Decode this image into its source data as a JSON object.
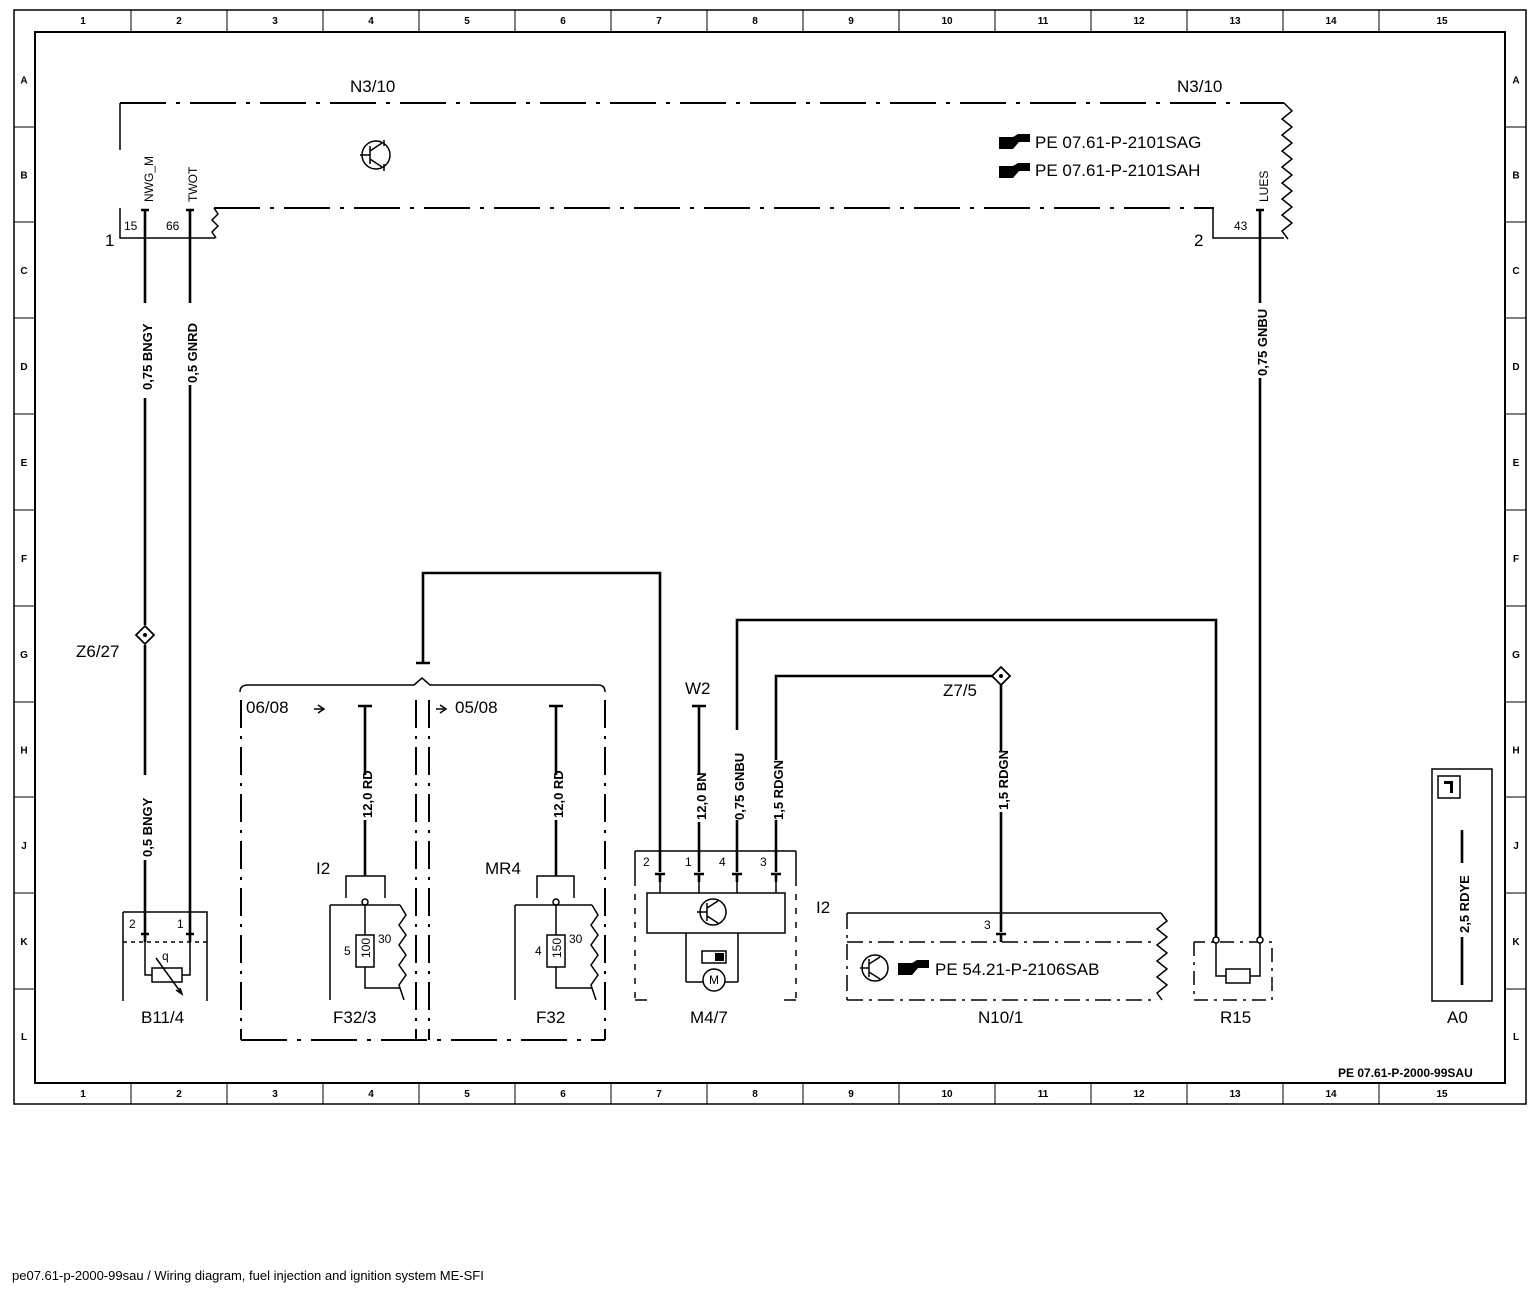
{
  "grid": {
    "columns": [
      "1",
      "2",
      "3",
      "4",
      "5",
      "6",
      "7",
      "8",
      "9",
      "10",
      "11",
      "12",
      "13",
      "14",
      "15"
    ],
    "rows": [
      "A",
      "B",
      "C",
      "D",
      "E",
      "F",
      "G",
      "H",
      "J",
      "K",
      "L"
    ]
  },
  "components": {
    "n3_10_left": "N3/10",
    "n3_10_right": "N3/10",
    "ref_sag": "PE 07.61-P-2101SAG",
    "ref_sah": "PE 07.61-P-2101SAH",
    "ref_sab": "PE 54.21-P-2106SAB",
    "b11_4": "B11/4",
    "f32_3": "F32/3",
    "f32": "F32",
    "m4_7": "M4/7",
    "n10_1": "N10/1",
    "r15": "R15",
    "a0": "A0",
    "z6_27": "Z6/27",
    "z7_5": "Z7/5",
    "w2": "W2",
    "i2_fuse": "I2",
    "mr4": "MR4",
    "i2_motor": "I2",
    "page_ref_0608": "06/08",
    "page_ref_0508": "05/08",
    "connector_1": "1",
    "connector_2": "2"
  },
  "pins": {
    "n3_15": "15",
    "n3_66": "66",
    "n3_43": "43",
    "sig_nwg": "NWG_M",
    "sig_twot": "TWOT",
    "sig_lues": "LUES",
    "b11_2": "2",
    "b11_1": "1",
    "b11_q": "q",
    "f32_3_5": "5",
    "f32_3_30": "30",
    "f32_3_rating": "100",
    "f32_4": "4",
    "f32_30": "30",
    "f32_rating": "150",
    "m4_2": "2",
    "m4_1": "1",
    "m4_4": "4",
    "m4_3": "3",
    "m4_m": "M",
    "n10_3": "3"
  },
  "wires": {
    "w_bngy_075": "0,75 BNGY",
    "w_gnrd_05": "0,5 GNRD",
    "w_gnbu_075_r": "0,75 GNBU",
    "w_bngy_05": "0,5 BNGY",
    "w_rd_12_a": "12,0 RD",
    "w_rd_12_b": "12,0 RD",
    "w_bn_12": "12,0 BN",
    "w_gnbu_075_m": "0,75 GNBU",
    "w_rdgn_15_a": "1,5 RDGN",
    "w_rdgn_15_b": "1,5 RDGN",
    "w_rdye_25": "2,5 RDYE"
  },
  "footer": {
    "doc_ref": "PE 07.61-P-2000-99SAU",
    "caption": "pe07.61-p-2000-99sau / Wiring diagram, fuel injection and ignition system ME-SFI"
  }
}
